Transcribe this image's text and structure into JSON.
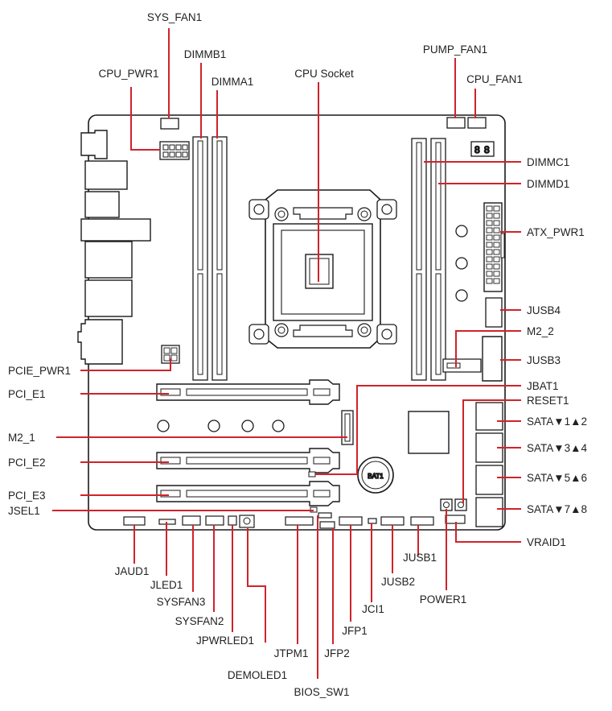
{
  "colors": {
    "leader": "#d0232a",
    "outline": "#1a1a1a",
    "fill": "#ffffff"
  },
  "labels": {
    "sys_fan1": "SYS_FAN1",
    "dimmb1": "DIMMB1",
    "dimma1": "DIMMA1",
    "cpu_pwr1": "CPU_PWR1",
    "cpu_socket": "CPU Socket",
    "pump_fan1": "PUMP_FAN1",
    "cpu_fan1": "CPU_FAN1",
    "dimmc1": "DIMMC1",
    "dimmd1": "DIMMD1",
    "atx_pwr1": "ATX_PWR1",
    "jusb4": "JUSB4",
    "m2_2": "M2_2",
    "jusb3": "JUSB3",
    "pcie_pwr1": "PCIE_PWR1",
    "pci_e1": "PCI_E1",
    "jbat1": "JBAT1",
    "reset1": "RESET1",
    "m2_1": "M2_1",
    "sata12": "SATA▼1▲2",
    "sata34": "SATA▼3▲4",
    "pci_e2": "PCI_E2",
    "sata56": "SATA▼5▲6",
    "pci_e3": "PCI_E3",
    "jsel1": "JSEL1",
    "sata78": "SATA▼7▲8",
    "vraid1": "VRAID1",
    "jaud1": "JAUD1",
    "jled1": "JLED1",
    "sysfan3": "SYSFAN3",
    "sysfan2": "SYSFAN2",
    "jpwrled1": "JPWRLED1",
    "jtpm1": "JTPM1",
    "demoled1": "DEMOLED1",
    "jfp2": "JFP2",
    "bios_sw1": "BIOS_SW1",
    "jfp1": "JFP1",
    "jci1": "JCI1",
    "jusb2": "JUSB2",
    "jusb1": "JUSB1",
    "power1": "POWER1",
    "bat1": "BAT1"
  }
}
